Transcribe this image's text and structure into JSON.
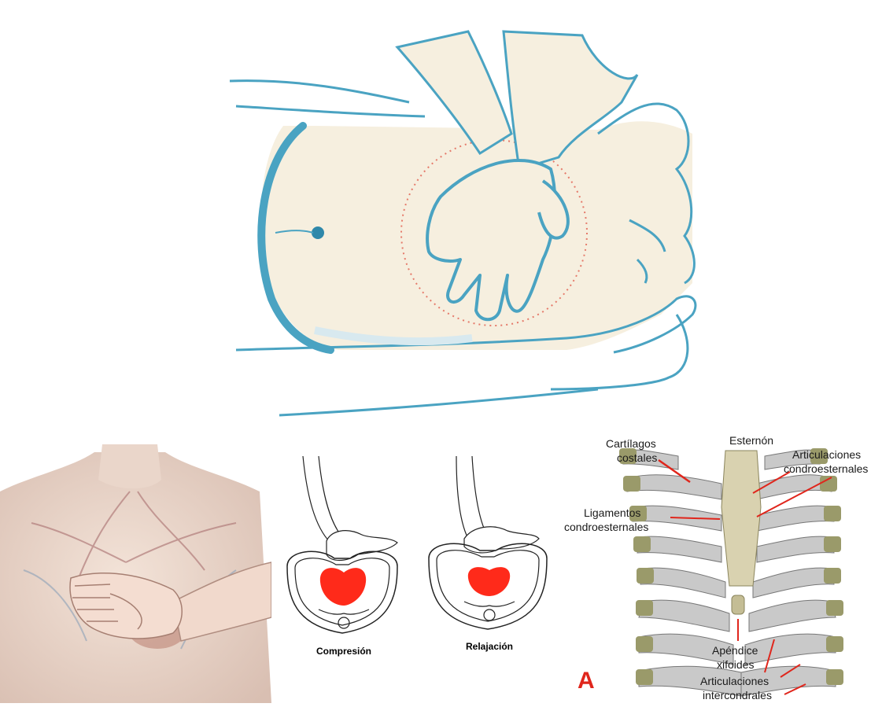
{
  "cross_sections": {
    "compression_label": "Compresión",
    "relaxation_label": "Relajación"
  },
  "ribcage": {
    "sternum_label": "Esternón",
    "costal_cartilages_label": [
      "Cartílagos",
      "costales"
    ],
    "chondrosternal_joints_label": [
      "Articulaciones",
      "condroesternales"
    ],
    "chondrosternal_ligaments_label": [
      "Ligamentos",
      "condroesternales"
    ],
    "xiphoid_label": [
      "Apéndice",
      "xifoides"
    ],
    "interchondral_joints_label": [
      "Articulaciones",
      "intercondrales"
    ],
    "panel_letter": "A"
  },
  "colors": {
    "outline_blue": "#4aa3c2",
    "skin": "#f6efdf",
    "heart_red": "#ff2a1a",
    "arrow_red": "#e0261c"
  }
}
